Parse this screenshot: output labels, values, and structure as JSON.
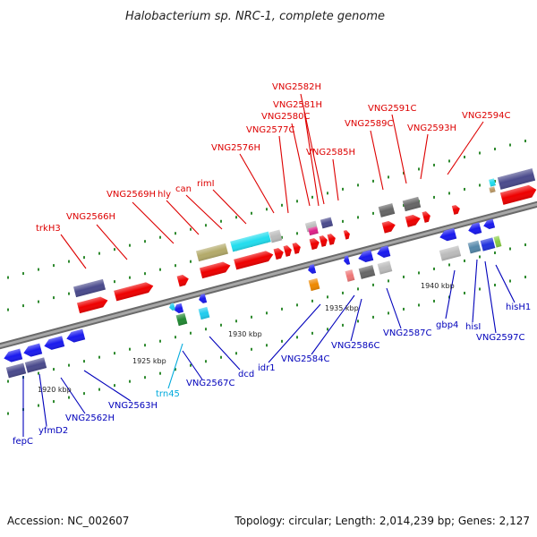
{
  "title": "Halobacterium sp. NRC-1, complete genome",
  "footer": {
    "accession": "Accession: NC_002607",
    "topology": "Topology: circular; Length: 2,014,239 bp; Genes: 2,127"
  },
  "colors": {
    "top_label": "#dd0000",
    "bottom_label": "#0000bb",
    "rna_label": "#00aadd",
    "axis": "#8c8c8c"
  },
  "scale_labels": [
    "1920 kbp",
    "1925 kbp",
    "1930 kbp",
    "1935 kbp",
    "1940 kbp"
  ],
  "top_genes": [
    "trkH3",
    "VNG2566H",
    "VNG2569H",
    "hly",
    "can",
    "rimI",
    "VNG2576H",
    "VNG2577C",
    "VNG2580C",
    "VNG2581H",
    "VNG2582H",
    "VNG2585H",
    "VNG2589C",
    "VNG2591C",
    "VNG2593H",
    "VNG2594C"
  ],
  "bottom_genes": [
    "fepC",
    "yfmD2",
    "VNG2562H",
    "VNG2563H",
    "trn45",
    "VNG2567C",
    "dcd",
    "idr1",
    "VNG2584C",
    "VNG2586C",
    "VNG2587C",
    "gbp4",
    "hisI",
    "VNG2597C",
    "hisH1"
  ]
}
